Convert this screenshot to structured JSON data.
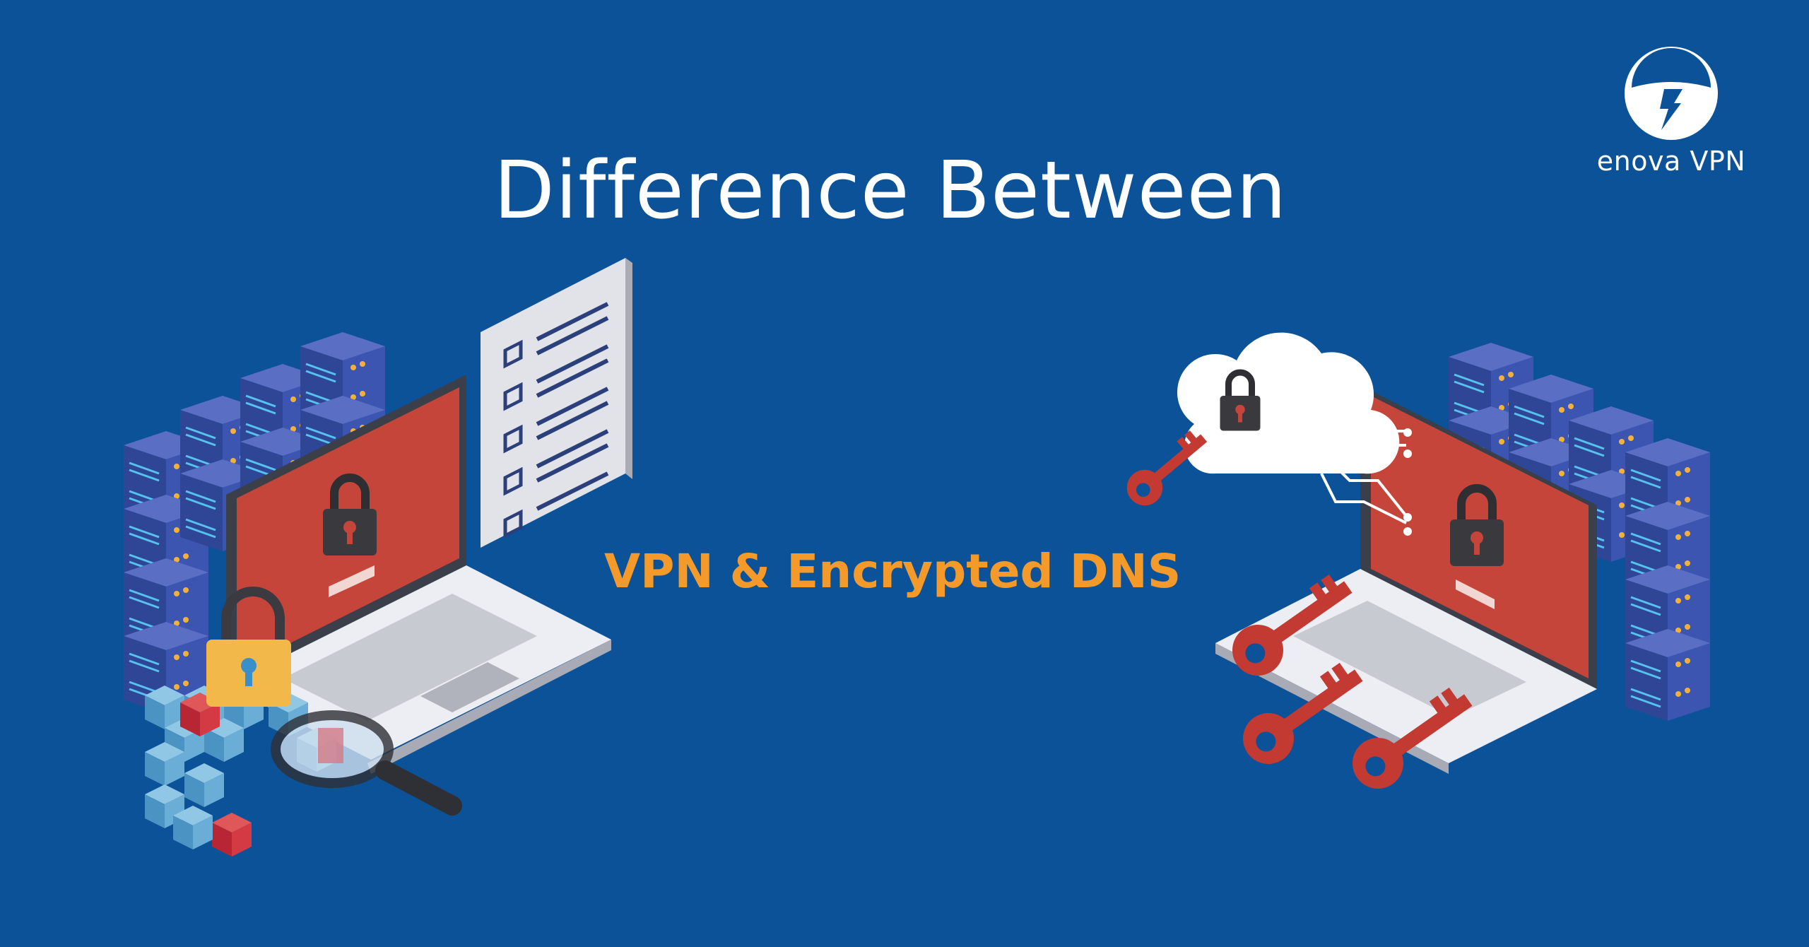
{
  "headline": "Difference Between",
  "subheadline": "VPN & Encrypted DNS",
  "brand": {
    "name": "enova VPN",
    "logo_icon": "enova-logo-icon"
  },
  "colors": {
    "background": "#0b5298",
    "accent": "#f39a2b",
    "screen_red": "#c5453a",
    "server_blue": "#3a4f9e",
    "key_red": "#c23a32"
  },
  "icons": [
    "server-rack-icon",
    "laptop-icon",
    "padlock-icon",
    "checklist-document-icon",
    "data-cube-icon",
    "magnifier-icon",
    "cloud-lock-icon",
    "key-icon"
  ]
}
